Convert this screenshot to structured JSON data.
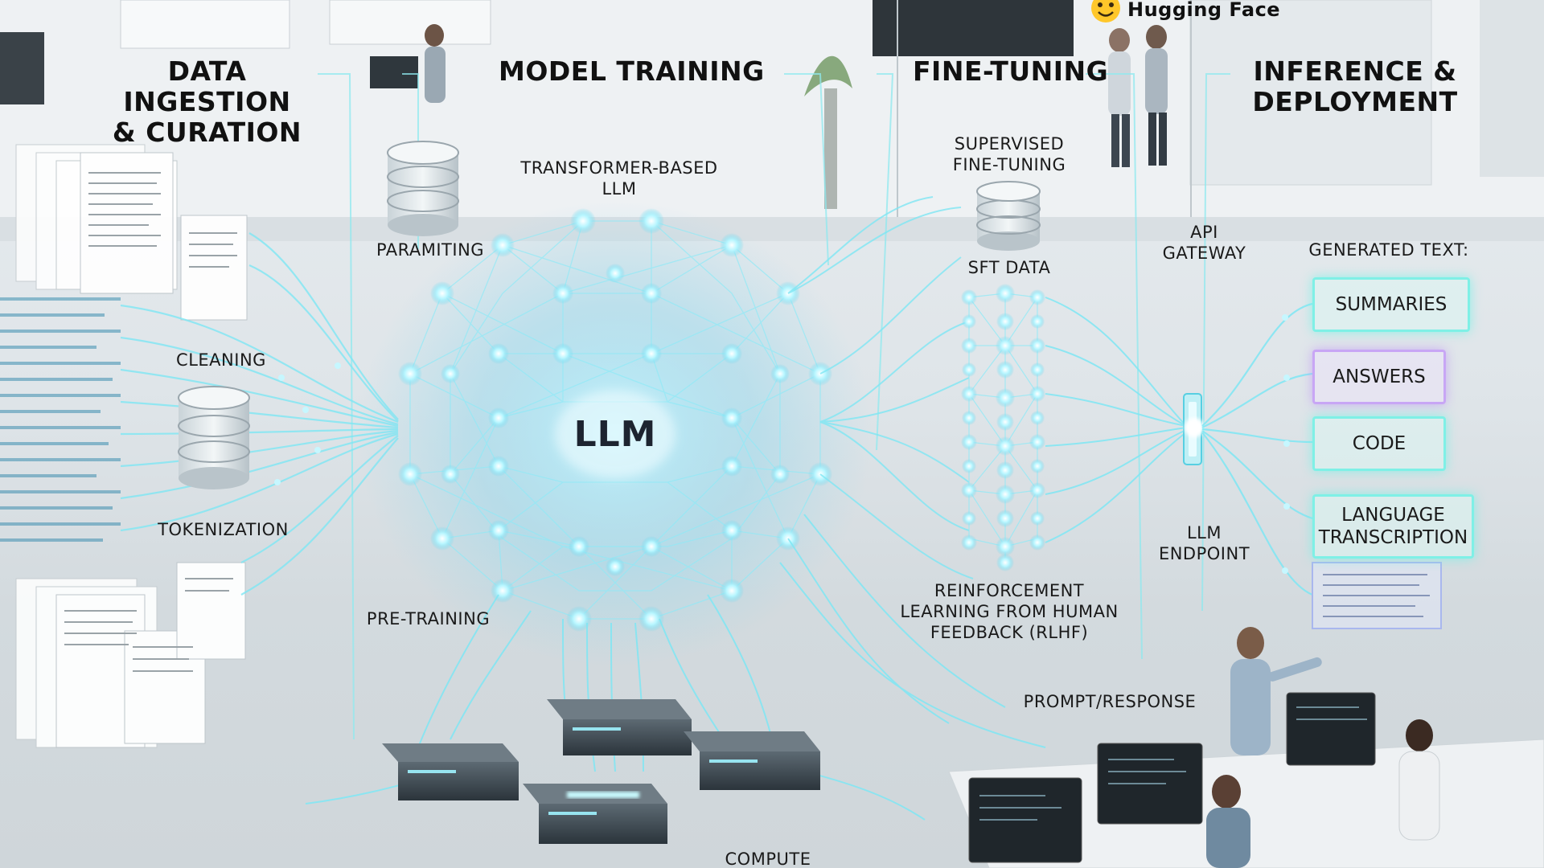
{
  "stages": {
    "ingestion": "DATA INGESTION\n& CURATION",
    "training": "MODEL TRAINING",
    "finetuning": "FINE-TUNING",
    "inference": "INFERENCE &\nDEPLOYMENT"
  },
  "brand": "Hugging Face",
  "labels": {
    "transformer": "TRANSFORMER-BASED\nLLM",
    "paramiting": "PARAMITING",
    "cleaning": "CLEANING",
    "tokenization": "TOKENIZATION",
    "pretraining": "PRE-TRAINING",
    "llm": "LLM",
    "sft_title": "SUPERVISED\nFINE-TUNING",
    "sft_data": "SFT DATA",
    "rlhf": "REINFORCEMENT\nLEARNING FROM HUMAN\nFEEDBACK (RLHF)",
    "api_gateway": "API\nGATEWAY",
    "llm_endpoint": "LLM\nENDPOINT",
    "generated": "GENERATED TEXT:",
    "prompt_response": "PROMPT/RESPONSE",
    "compute": "COMPUTE"
  },
  "outputs": [
    {
      "label": "SUMMARIES"
    },
    {
      "label": "ANSWERS"
    },
    {
      "label": "CODE"
    },
    {
      "label": "LANGUAGE\nTRANSCRIPTION"
    }
  ],
  "colors": {
    "accent": "#6fe8f0",
    "glow": "#9ff3ff",
    "node": "#dffcff",
    "purple": "#c8a6f5"
  }
}
